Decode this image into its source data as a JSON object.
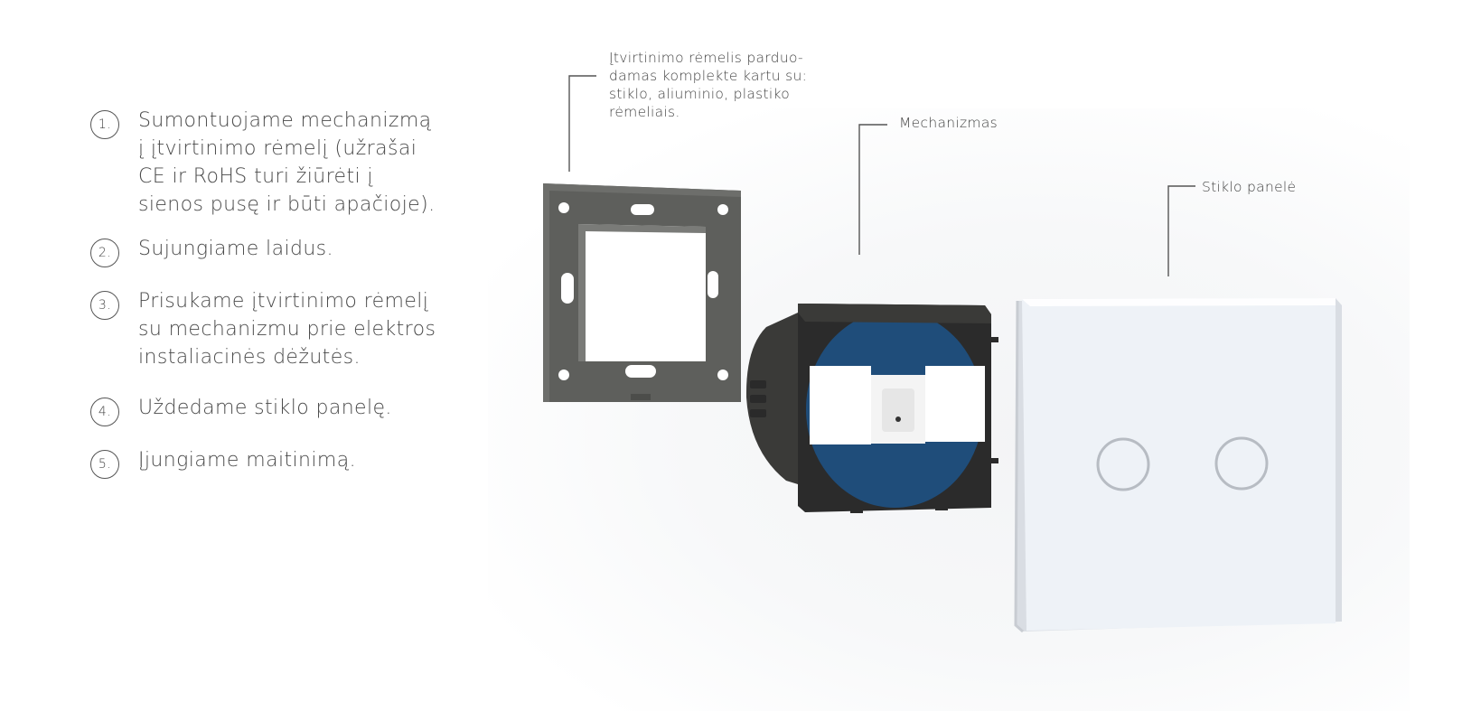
{
  "steps": [
    {
      "num": "1.",
      "text": "Sumontuojame mechanizmą į įtvirtinimo rėmelį (užrašai CE ir RoHS turi žiūrėti į sienos pusę ir būti apačioje)."
    },
    {
      "num": "2.",
      "text": "Sujungiame laidus."
    },
    {
      "num": "3.",
      "text": "Prisukame įtvirtinimo rėmelį su mechanizmu prie elektros instaliacinės dėžutės."
    },
    {
      "num": "4.",
      "text": "Uždedame stiklo panelę."
    },
    {
      "num": "5.",
      "text": "Įjungiame maitinimą."
    }
  ],
  "callouts": {
    "frame": "Įtvirtinimo rėmelis parduo-\ndamas komplekte kartu su:\nstiklo, aliuminio, plastiko\nrėmeliais.",
    "mechanism": "Mechanizmas",
    "glass": "Stiklo panelė"
  },
  "colors": {
    "frame": "#5e5f5c",
    "mechanism_body": "#2f2f2f",
    "mechanism_plate": "#1f4d7a",
    "glass": "#eef2f7",
    "text": "#4a4a4a"
  }
}
